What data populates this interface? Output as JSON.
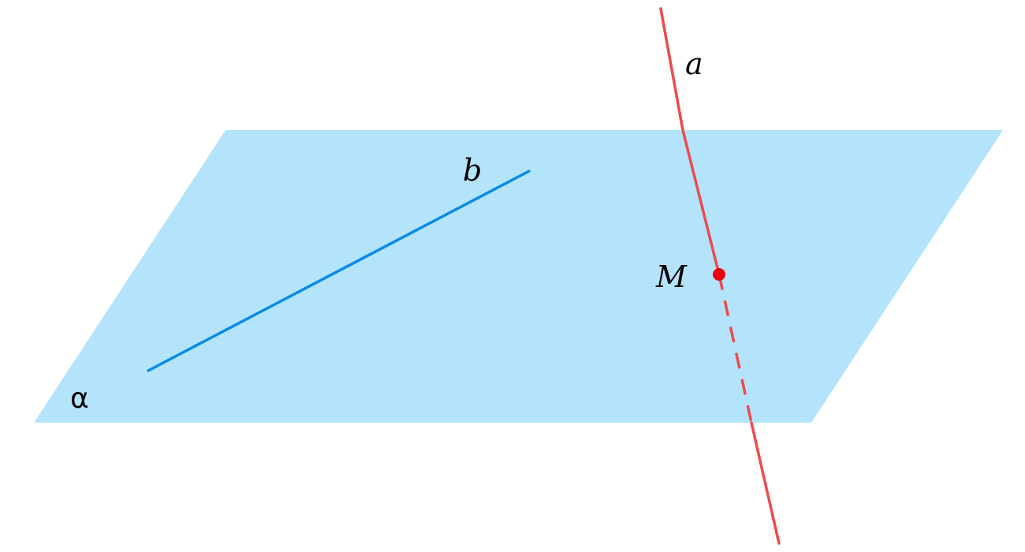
{
  "diagram": {
    "plane": {
      "label": "α",
      "fill_color": "#b3e4fc"
    },
    "line_a": {
      "label": "a",
      "color": "#f04a4a"
    },
    "line_b": {
      "label": "b",
      "color": "#0a8ae8"
    },
    "point_m": {
      "label": "M",
      "color": "#e8000a"
    }
  }
}
